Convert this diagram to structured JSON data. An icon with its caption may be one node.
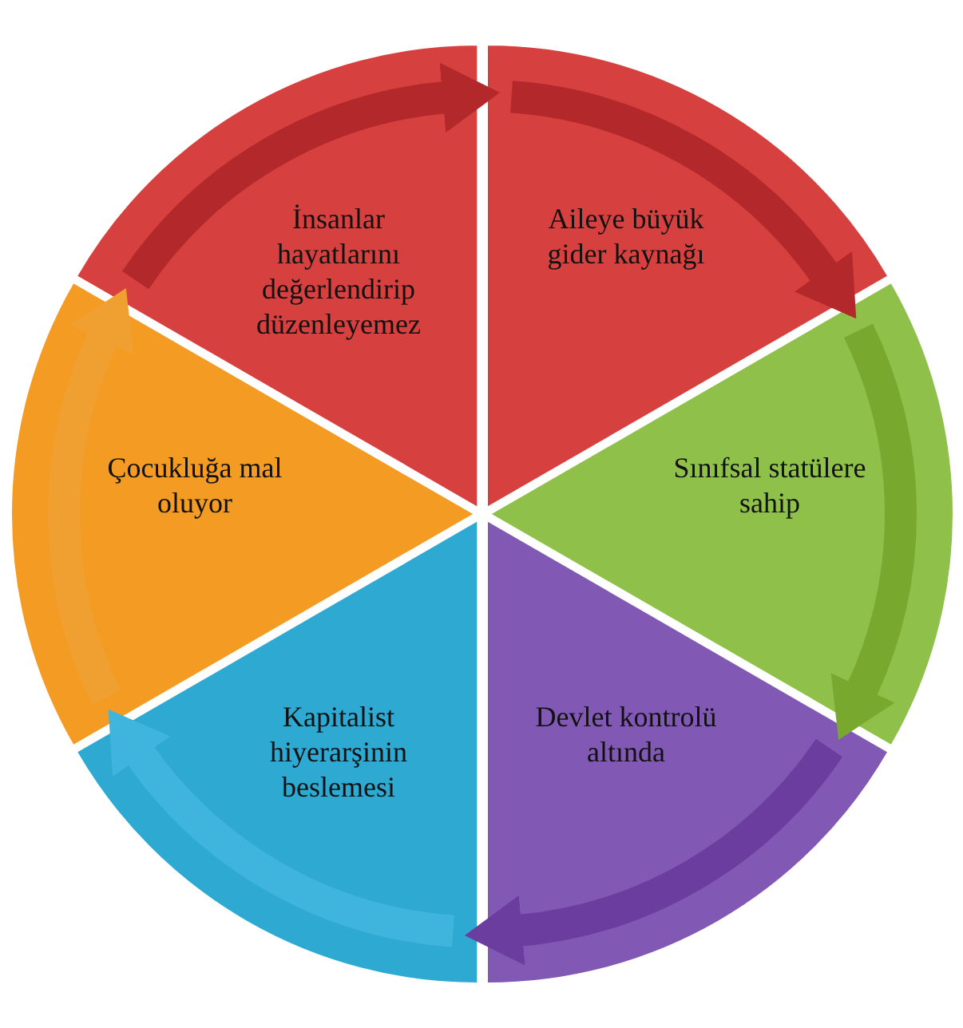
{
  "diagram": {
    "nodes": [
      {
        "text": [
          "İnsanlar hayatlarını değerlendirip düzenleyemez"
        ]
      },
      {
        "text": [
          "Aileye büyük gider kaynağı"
        ]
      },
      {
        "text": [
          "Sınıfsal statülere sahip"
        ]
      },
      {
        "text": [
          "Devlet kontrolü altında"
        ]
      },
      {
        "text": [
          "Kapitalist hiyerarşinin beslemesi"
        ]
      },
      {
        "text": [
          "Çocukluğa mal oluyor"
        ]
      }
    ],
    "edges": [
      {
        "from": 0,
        "to": 1,
        "arrow": "to",
        "color": "#b3292b"
      },
      {
        "from": 1,
        "to": 2,
        "arrow": "to",
        "color": "#b3292b"
      },
      {
        "from": 2,
        "to": 3,
        "arrow": "to",
        "color": "#78a82e"
      },
      {
        "from": 3,
        "to": 4,
        "arrow": "to",
        "color": "#6a3d9e"
      },
      {
        "from": 4,
        "to": 5,
        "arrow": "to",
        "color": "#3fb4dc"
      },
      {
        "from": 5,
        "to": 0,
        "arrow": "to",
        "color": "#f0a030"
      }
    ]
  }
}
